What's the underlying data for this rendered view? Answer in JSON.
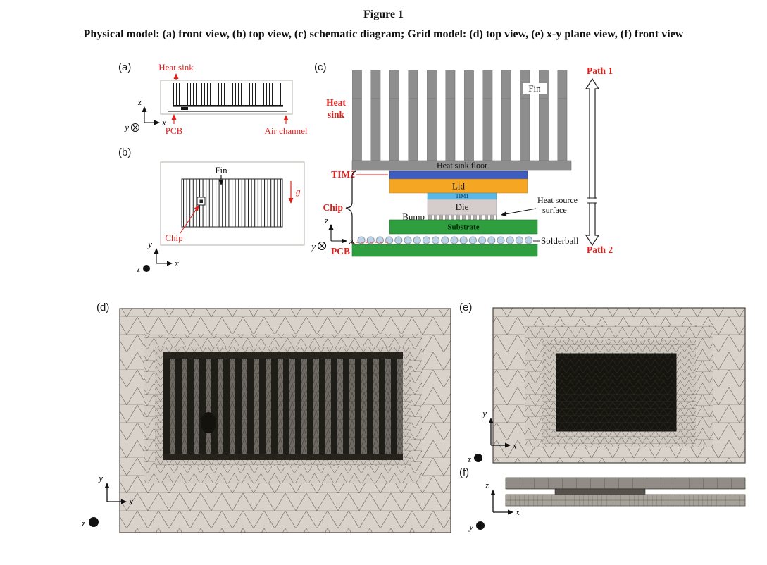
{
  "figure": {
    "title": "Figure 1",
    "caption": "Physical model: (a) front view, (b) top view, (c) schematic diagram; Grid model: (d) top view, (e) x-y plane view, (f) front view"
  },
  "panel_a": {
    "label": "(a)",
    "heat_sink": "Heat sink",
    "pcb": "PCB",
    "air_channel": "Air channel",
    "axes": {
      "up": "z",
      "right": "x",
      "depth": "y"
    }
  },
  "panel_b": {
    "label": "(b)",
    "fin": "Fin",
    "gravity": "g",
    "chip": "Chip",
    "axes": {
      "up": "y",
      "right": "x",
      "depth": "z"
    }
  },
  "panel_c": {
    "label": "(c)",
    "heat_sink": [
      "Heat",
      "sink"
    ],
    "fin": "Fin",
    "heat_sink_floor": "Heat sink floor",
    "tim2": "TIM2",
    "lid": "Lid",
    "tim1": "TIM1",
    "die": "Die",
    "heat_source": [
      "Heat source",
      "surface"
    ],
    "bump": "Bump",
    "substrate": "Substrate",
    "solderball": "Solderball",
    "pcb": "PCB",
    "chip": "Chip",
    "path_1": "Path 1",
    "path_2": "Path 2",
    "axes": {
      "up": "z",
      "right": "x",
      "depth": "y"
    }
  },
  "panel_d": {
    "label": "(d)",
    "axes": {
      "up": "y",
      "right": "x",
      "depth": "z"
    }
  },
  "panel_e": {
    "label": "(e)",
    "axes": {
      "up": "y",
      "right": "x",
      "depth": "z"
    }
  },
  "panel_f": {
    "label": "(f)",
    "axes": {
      "up": "z",
      "right": "x",
      "depth": "y"
    }
  },
  "colors": {
    "annotation_red": "#e01f1a",
    "heatsink_gray": "#8e8e8e",
    "tim2_blue": "#3f5cc0",
    "lid_orange": "#f5a623",
    "tim1_cyan": "#5ab7e8",
    "die_gray": "#d5cdcc",
    "substrate_green": "#2e9e3f",
    "pcb_green": "#2e9e3f",
    "solderball_blue": "#bcd3e8",
    "mesh_light": "#d8d2ca",
    "mesh_dark": "#17150f"
  }
}
